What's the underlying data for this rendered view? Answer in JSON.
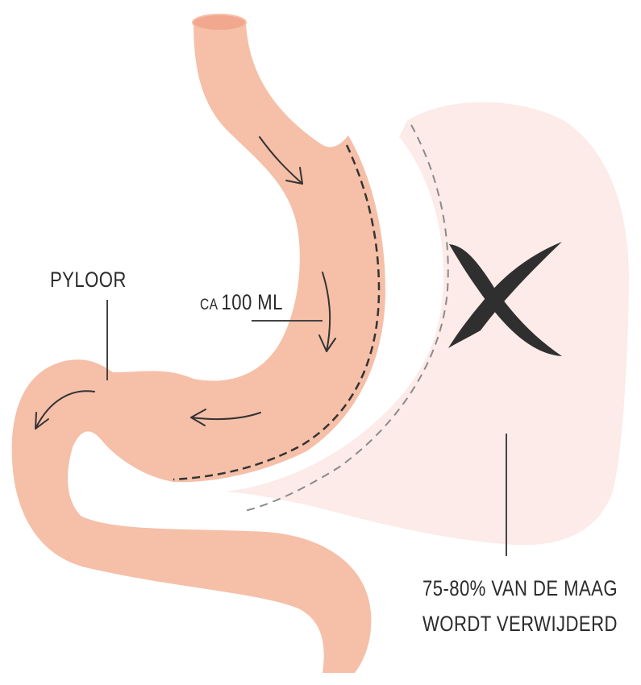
{
  "colors": {
    "stomach_remaining": "#f5bfa8",
    "stomach_removed": "#fcebe8",
    "lumen": "#f2a88e",
    "line": "#333333",
    "cross": "#2f2f2f"
  },
  "icons": [
    "arrow-icon",
    "cross-icon"
  ],
  "labels": {
    "pyloor": "PYLOOR",
    "capacity_prefix": "CA",
    "capacity_value": "100 ML",
    "removed_line1": "75-80% VAN DE MAAG",
    "removed_line2": "WORDT VERWIJDERD"
  }
}
